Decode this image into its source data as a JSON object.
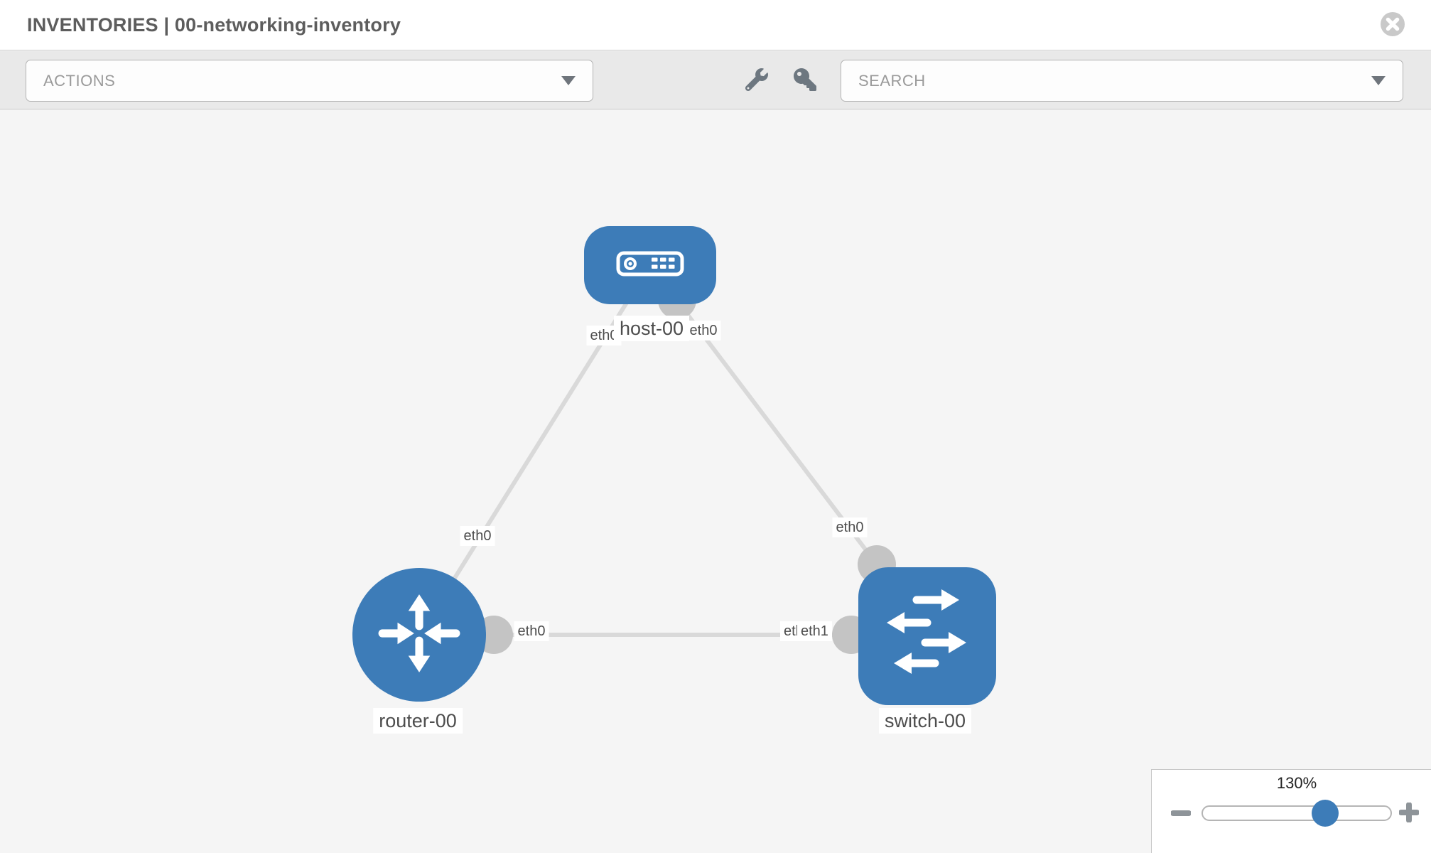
{
  "window": {
    "title": "INVENTORIES | 00-networking-inventory"
  },
  "toolbar": {
    "actions_placeholder": "ACTIONS",
    "search_placeholder": "SEARCH"
  },
  "icons": [
    "close-icon",
    "caret-down-icon",
    "wrench-icon",
    "key-icon",
    "host-icon",
    "router-icon",
    "switch-icon",
    "minus-icon",
    "plus-icon"
  ],
  "topology": {
    "nodes": [
      {
        "label": "host-00",
        "type": "host"
      },
      {
        "label": "router-00",
        "type": "router"
      },
      {
        "label": "switch-00",
        "type": "switch"
      }
    ],
    "links": [
      {
        "source": "host-00",
        "source_interface": "eth0",
        "target": "router-00",
        "target_interface": "eth0"
      },
      {
        "source": "host-00",
        "source_interface": "eth0",
        "target": "switch-00",
        "target_interface": "eth0"
      },
      {
        "source": "router-00",
        "source_interface": "eth0",
        "target": "switch-00",
        "target_interface": "eth1"
      }
    ]
  },
  "zoom_control": {
    "level": "130%"
  },
  "colors": {
    "node_blue": "#3d7cb8",
    "link_gray": "#d9d9d9",
    "port_gray": "#c4c4c4",
    "canvas_bg": "#f5f5f5",
    "toolbar_bg": "#e9e9e9"
  }
}
